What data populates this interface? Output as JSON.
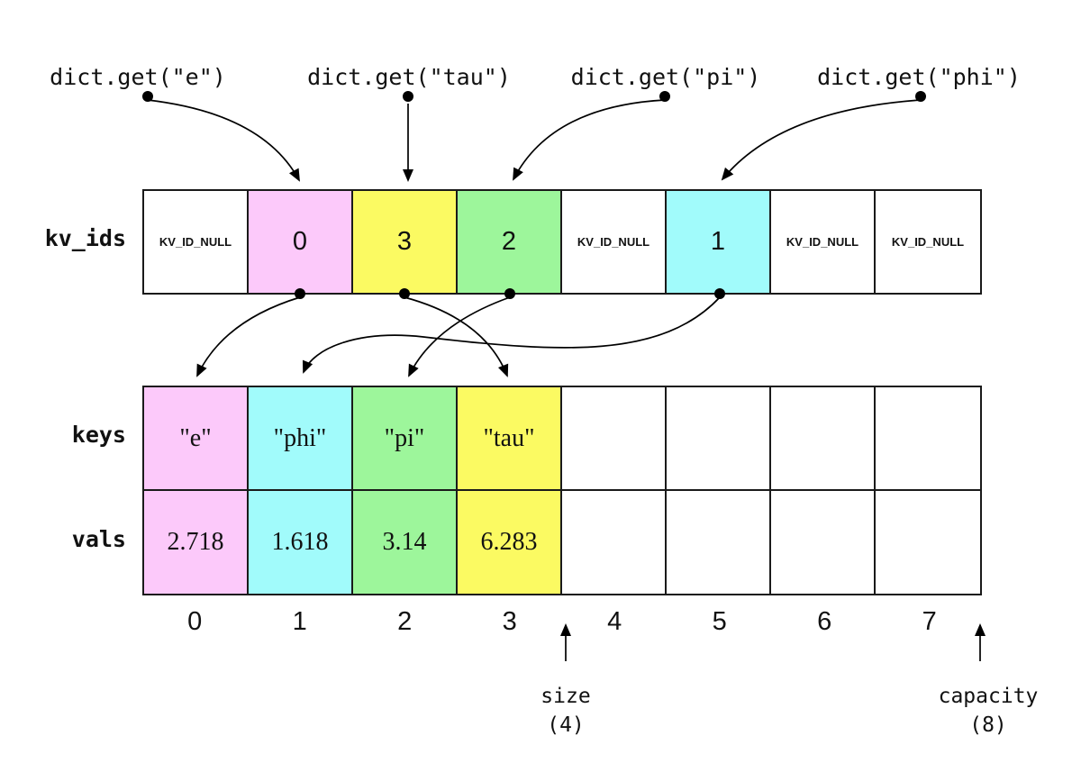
{
  "palette": {
    "pink": "#fcc9fa",
    "yellow": "#fbfa62",
    "green": "#9df69b",
    "cyan": "#a1fbfb",
    "white": "#ffffff"
  },
  "calls": [
    {
      "label": "dict.get(\"e\")",
      "target_slot": 1
    },
    {
      "label": "dict.get(\"tau\")",
      "target_slot": 2
    },
    {
      "label": "dict.get(\"pi\")",
      "target_slot": 3
    },
    {
      "label": "dict.get(\"phi\")",
      "target_slot": 5
    }
  ],
  "labels": {
    "kv_ids": "kv_ids",
    "keys": "keys",
    "vals": "vals"
  },
  "arrays": {
    "kv_ids": {
      "cells": [
        {
          "text": "KV_ID_NULL",
          "color": "white",
          "kind": "null"
        },
        {
          "text": "0",
          "color": "pink",
          "kind": "id"
        },
        {
          "text": "3",
          "color": "yellow",
          "kind": "id"
        },
        {
          "text": "2",
          "color": "green",
          "kind": "id"
        },
        {
          "text": "KV_ID_NULL",
          "color": "white",
          "kind": "null"
        },
        {
          "text": "1",
          "color": "cyan",
          "kind": "id"
        },
        {
          "text": "KV_ID_NULL",
          "color": "white",
          "kind": "null"
        },
        {
          "text": "KV_ID_NULL",
          "color": "white",
          "kind": "null"
        }
      ]
    },
    "keys": {
      "cells": [
        {
          "text": "\"e\"",
          "color": "pink"
        },
        {
          "text": "\"phi\"",
          "color": "cyan"
        },
        {
          "text": "\"pi\"",
          "color": "green"
        },
        {
          "text": "\"tau\"",
          "color": "yellow"
        },
        {
          "text": "",
          "color": "white"
        },
        {
          "text": "",
          "color": "white"
        },
        {
          "text": "",
          "color": "white"
        },
        {
          "text": "",
          "color": "white"
        }
      ]
    },
    "vals": {
      "cells": [
        {
          "text": "2.718",
          "color": "pink"
        },
        {
          "text": "1.618",
          "color": "cyan"
        },
        {
          "text": "3.14",
          "color": "green"
        },
        {
          "text": "6.283",
          "color": "yellow"
        },
        {
          "text": "",
          "color": "white"
        },
        {
          "text": "",
          "color": "white"
        },
        {
          "text": "",
          "color": "white"
        },
        {
          "text": "",
          "color": "white"
        }
      ]
    }
  },
  "index_row": [
    "0",
    "1",
    "2",
    "3",
    "4",
    "5",
    "6",
    "7"
  ],
  "annotations": {
    "size": {
      "label": "size",
      "value": "(4)"
    },
    "capacity": {
      "label": "capacity",
      "value": "(8)"
    }
  }
}
